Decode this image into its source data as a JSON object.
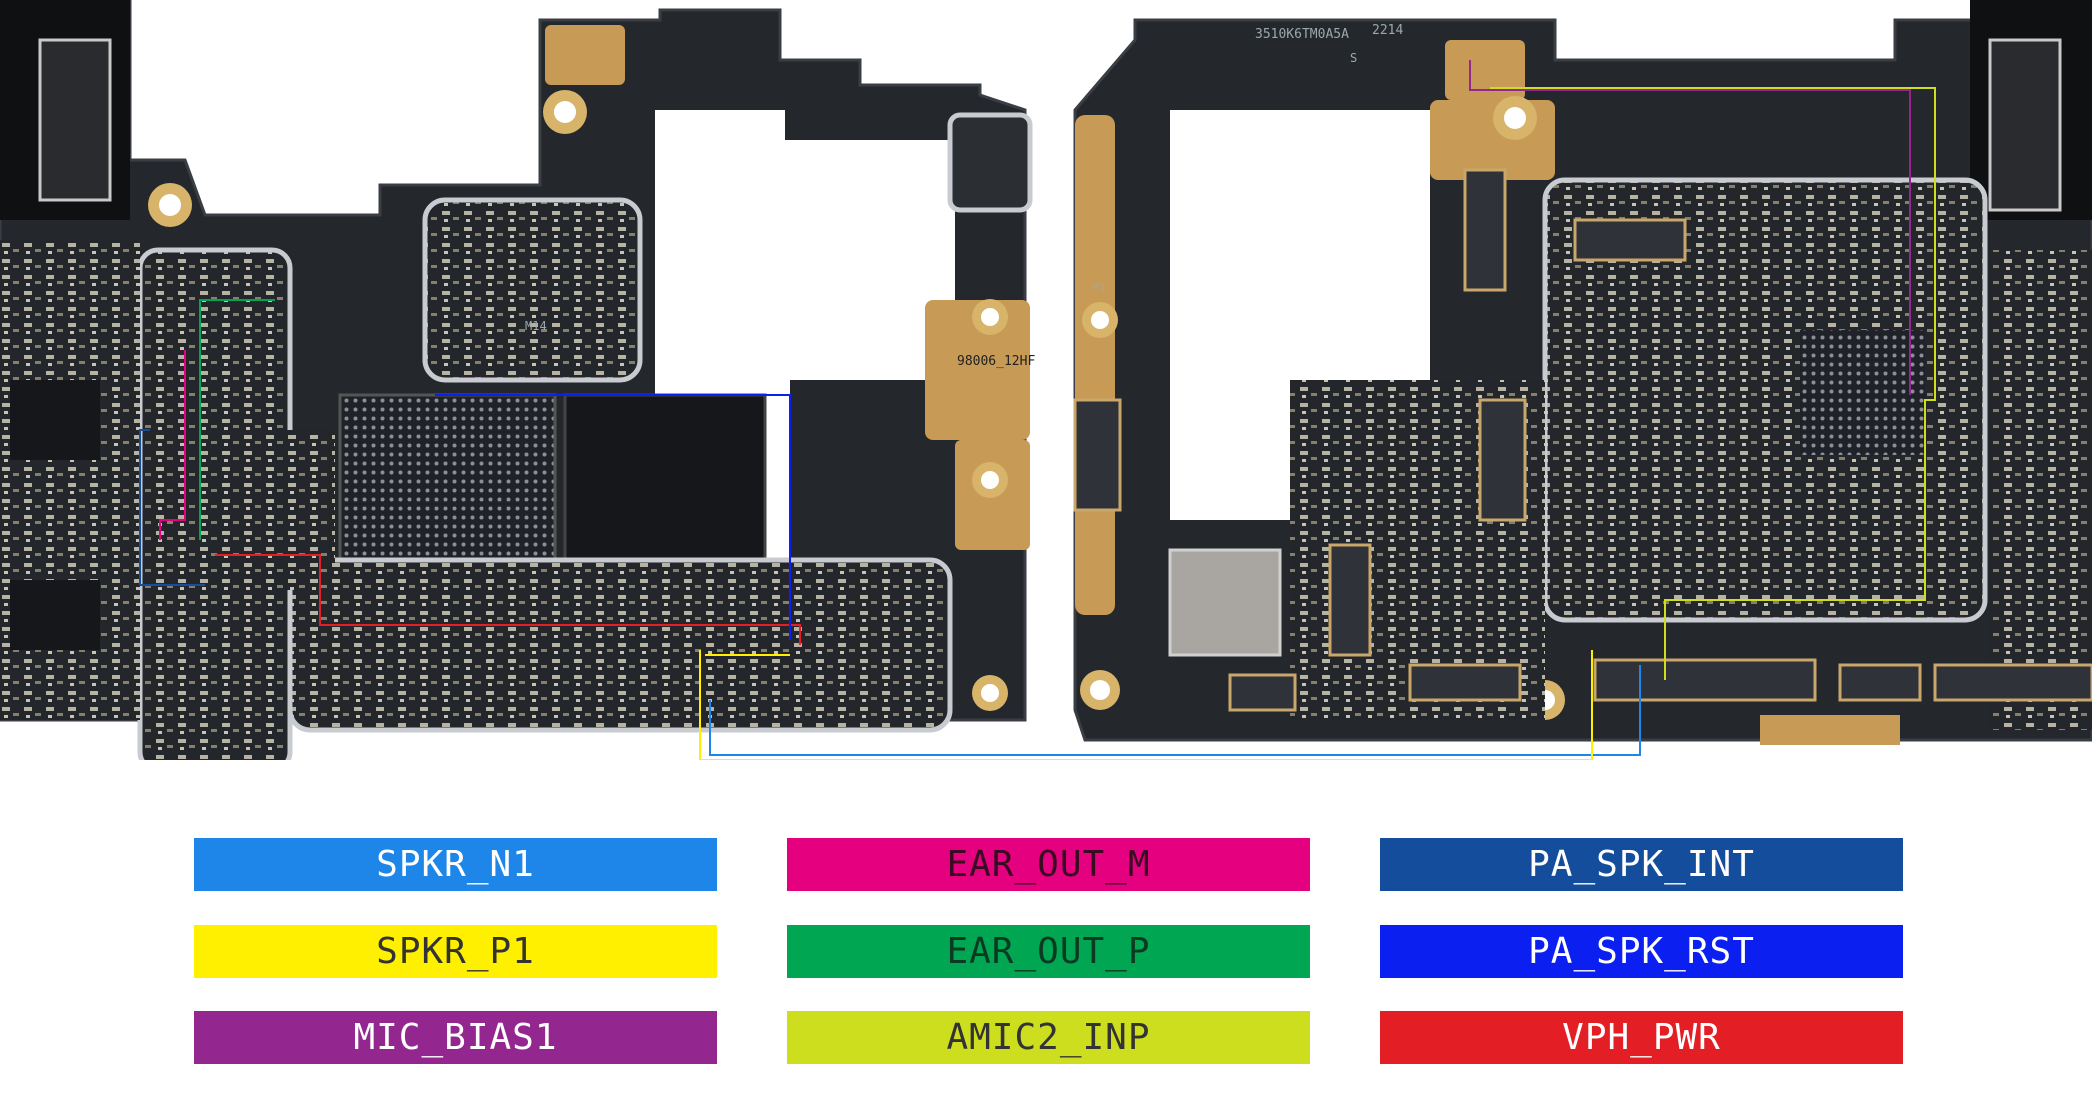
{
  "board_markings": {
    "left_top_code": "98006_12HF",
    "left_m14": "M14",
    "right_top_code": "3510K6TM0A5A",
    "right_suffix": "2214",
    "right_s": "S",
    "right_f1": "F1"
  },
  "legend": [
    {
      "label": "SPKR_N1",
      "color": "#1E86E8",
      "text_color": "#ffffff"
    },
    {
      "label": "EAR_OUT_M",
      "color": "#E4007F",
      "text_color": "#3a0a22"
    },
    {
      "label": "PA_SPK_INT",
      "color": "#144D9B",
      "text_color": "#ffffff"
    },
    {
      "label": "SPKR_P1",
      "color": "#FFF000",
      "text_color": "#333333"
    },
    {
      "label": "EAR_OUT_P",
      "color": "#00A651",
      "text_color": "#0b3a22"
    },
    {
      "label": "PA_SPK_RST",
      "color": "#0B1FF0",
      "text_color": "#ffffff"
    },
    {
      "label": "MIC_BIAS1",
      "color": "#93268F",
      "text_color": "#ffffff"
    },
    {
      "label": "AMIC2_INP",
      "color": "#CDDE1E",
      "text_color": "#333333"
    },
    {
      "label": "VPH_PWR",
      "color": "#E31E24",
      "text_color": "#ffffff"
    }
  ]
}
